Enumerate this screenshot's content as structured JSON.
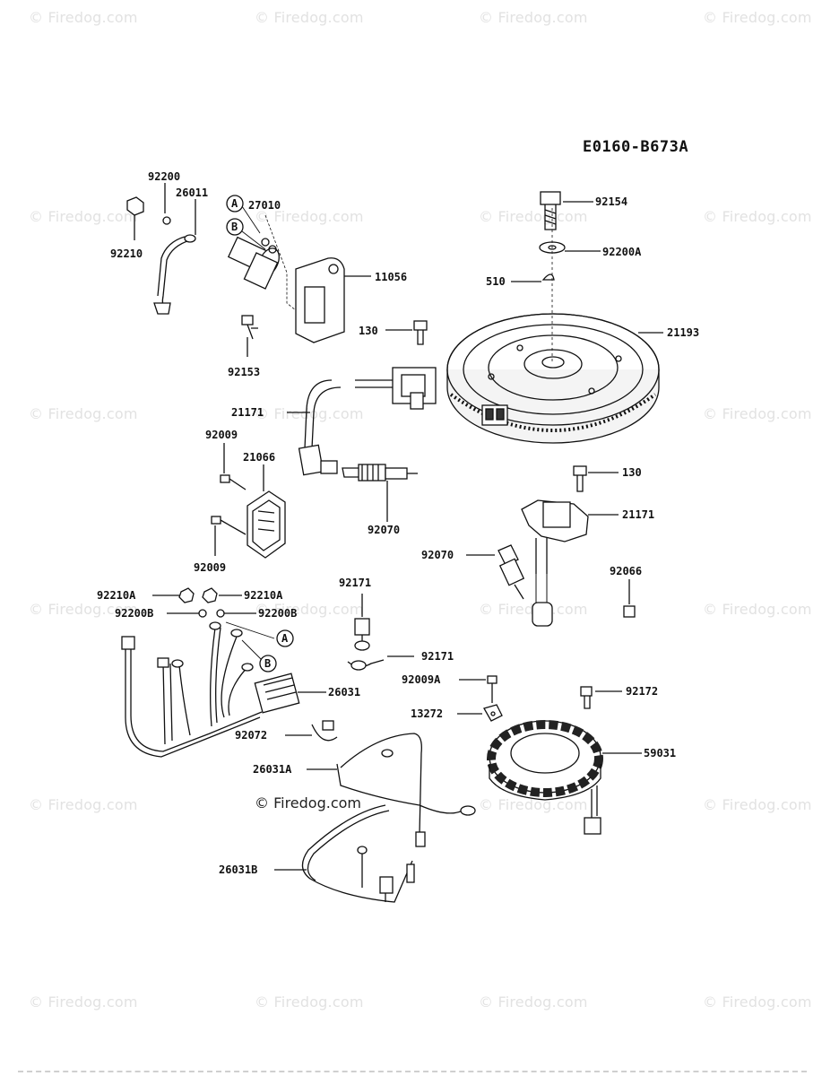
{
  "diagram_code": "E0160-B673A",
  "watermark_text": "© Firedog.com",
  "center_watermark": "© Firedog.com",
  "callout_markers": [
    "A",
    "B"
  ],
  "part_labels": [
    "92200",
    "26011",
    "27010",
    "92210",
    "11056",
    "92153",
    "92154",
    "92200A",
    "510",
    "130",
    "21193",
    "21171",
    "92009",
    "21066",
    "92070",
    "92009",
    "130",
    "21171",
    "92070",
    "92066",
    "92210A",
    "92210A",
    "92200B",
    "92200B",
    "92171",
    "92171",
    "26031",
    "92009A",
    "92172",
    "13272",
    "92072",
    "59031",
    "26031A",
    "26031B"
  ]
}
